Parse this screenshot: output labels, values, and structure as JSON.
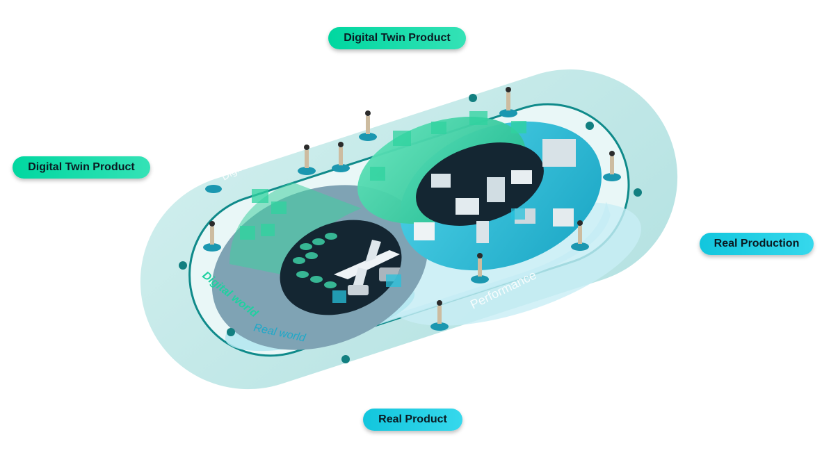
{
  "labels": {
    "top": "Digital Twin Product",
    "left": "Digital Twin Product",
    "right": "Real Production",
    "bottom": "Real Product"
  },
  "diagram": {
    "outer_ring_label": "Digital Enterprise Services",
    "digital_world_label": "Digital world",
    "real_world_label": "Real world",
    "performance_label": "Performance"
  },
  "colors": {
    "outer_ring": "#bfe6e6",
    "inner_ring": "#dff3f3",
    "track_line": "#0f8a8a",
    "digital_green": "#37d6a8",
    "real_blue": "#2fc4de",
    "dark_core": "#142632",
    "pill_green": "#1de0ad",
    "pill_blue": "#22cde3"
  }
}
